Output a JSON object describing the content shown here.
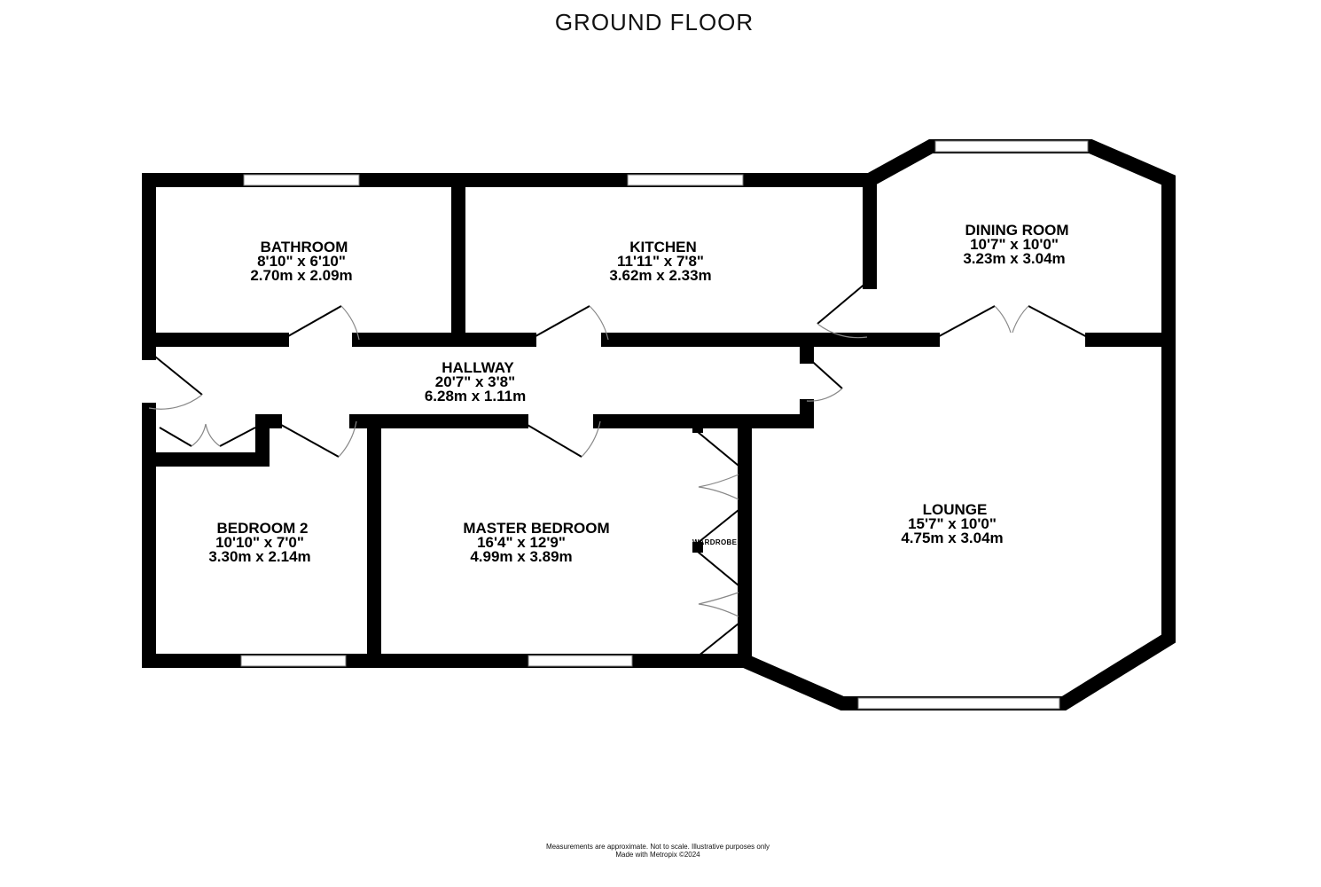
{
  "title": "GROUND FLOOR",
  "rooms": [
    {
      "name": "BATHROOM",
      "imperial": "8'10\"  x 6'10\"",
      "metric": "2.70m  x 2.09m"
    },
    {
      "name": "KITCHEN",
      "imperial": "11'11\"  x 7'8\"",
      "metric": "3.62m  x 2.33m"
    },
    {
      "name": "DINING ROOM",
      "imperial": "10'7\"  x 10'0\"",
      "metric": "3.23m  x 3.04m"
    },
    {
      "name": "HALLWAY",
      "imperial": "20'7\"  x 3'8\"",
      "metric": "6.28m  x 1.11m"
    },
    {
      "name": "LOUNGE",
      "imperial": "15'7\"  x 10'0\"",
      "metric": "4.75m  x 3.04m"
    },
    {
      "name": "BEDROOM 2",
      "imperial": "10'10\"  x 7'0\"",
      "metric": "3.30m  x 2.14m"
    },
    {
      "name": "MASTER BEDROOM",
      "imperial": "16'4\"  x 12'9\"",
      "metric": "4.99m  x 3.89m"
    }
  ],
  "wardrobe_label": "WARDROBE",
  "footer": {
    "line1": "Measurements are approximate.  Not to scale.  Illustrative purposes only",
    "line2": "Made with Metropix ©2024"
  }
}
